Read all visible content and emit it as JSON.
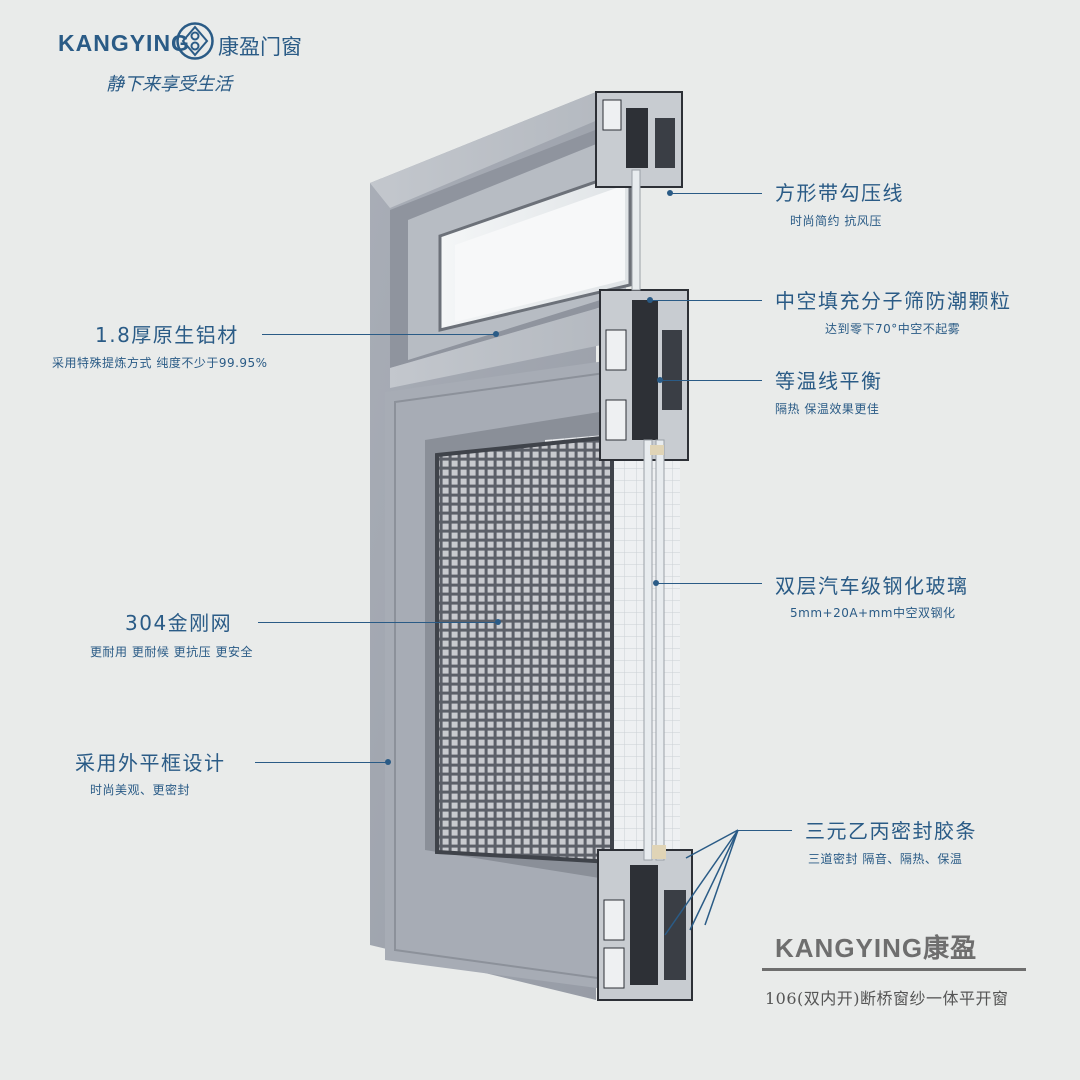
{
  "colors": {
    "accent": "#2a5b86",
    "text_dark": "#1d1d1d",
    "brand_gray": "#6e6e6e",
    "background": "#e9ebea",
    "frame": "#a3a8b1"
  },
  "logo": {
    "text": "KANGYING",
    "cn": "康盈门窗",
    "slogan": "静下来享受生活",
    "icon": "kangying-emblem"
  },
  "callouts": {
    "square_bead": {
      "title": "方形带勾压线",
      "sub": "时尚简约 抗风压"
    },
    "desiccant": {
      "title": "中空填充分子筛防潮颗粒",
      "sub": "达到零下70°中空不起雾"
    },
    "isotherm": {
      "title": "等温线平衡",
      "sub": "隔热 保温效果更佳"
    },
    "aluminum": {
      "title": "1.8厚原生铝材",
      "sub": "采用特殊提炼方式 纯度不少于99.95%"
    },
    "glass": {
      "title": "双层汽车级钢化玻璃",
      "sub": "5mm+20A+mm中空双钢化"
    },
    "mesh": {
      "title": "304金刚网",
      "sub": "更耐用 更耐候 更抗压 更安全"
    },
    "frame_design": {
      "title": "采用外平框设计",
      "sub": "时尚美观、更密封"
    },
    "epdm": {
      "title": "三元乙丙密封胶条",
      "sub": "三道密封 隔音、隔热、保温"
    }
  },
  "brand": {
    "name": "KANGYING康盈",
    "product": "106(双内开)断桥窗纱一体平开窗"
  }
}
